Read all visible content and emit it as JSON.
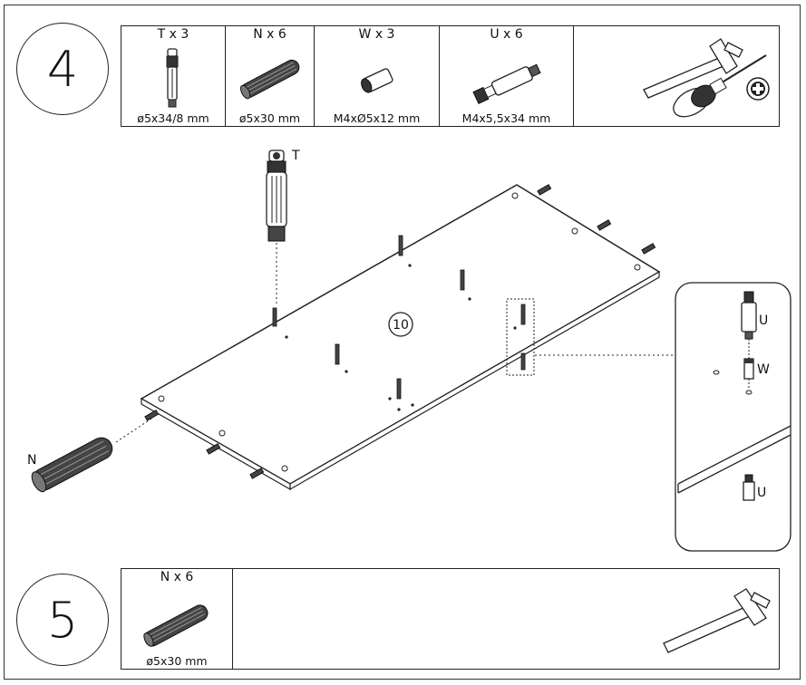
{
  "step4": {
    "number": "4",
    "parts": [
      {
        "qty": "T x 3",
        "dim": "ø5x34/8 mm",
        "icon": "bolt-t-icon"
      },
      {
        "qty": "N x 6",
        "dim": "ø5x30 mm",
        "icon": "dowel-n-icon"
      },
      {
        "qty": "W x 3",
        "dim": "M4xØ5x12 mm",
        "icon": "sleeve-w-icon"
      },
      {
        "qty": "U x 6",
        "dim": "M4x5,5x34 mm",
        "icon": "bolt-u-icon"
      }
    ],
    "tools": [
      "hammer-icon",
      "screwdriver-icon",
      "phillips-icon"
    ]
  },
  "step5": {
    "number": "5",
    "parts": [
      {
        "qty": "N x 6",
        "dim": "ø5x30 mm",
        "icon": "dowel-n-icon"
      }
    ],
    "tools": [
      "hammer-icon"
    ]
  },
  "diagram": {
    "panel_number": "10",
    "label_t": "T",
    "label_n": "N",
    "detail_labels": {
      "u_top": "U",
      "w": "W",
      "u_bottom": "U"
    }
  },
  "colors": {
    "line": "#222222",
    "background": "#ffffff"
  }
}
